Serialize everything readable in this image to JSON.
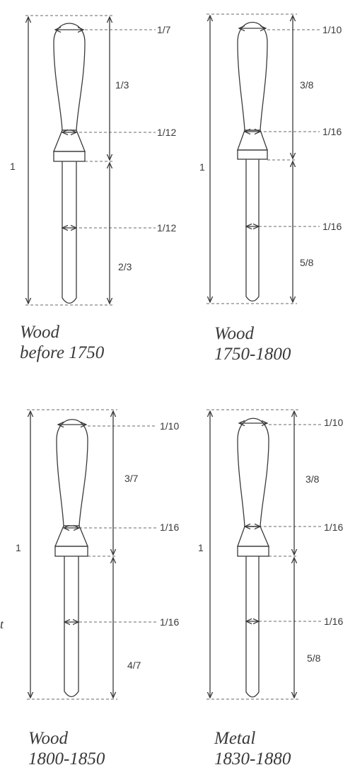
{
  "panels": [
    {
      "id": "p1",
      "total": "1",
      "handle_ratio": "1/3",
      "blade_ratio": "2/3",
      "top_width": "1/7",
      "neck_width": "1/12",
      "blade_width": "1/12",
      "caption_line1": "Wood",
      "caption_line2": "before 1750"
    },
    {
      "id": "p2",
      "total": "1",
      "handle_ratio": "3/8",
      "blade_ratio": "5/8",
      "top_width": "1/10",
      "neck_width": "1/16",
      "blade_width": "1/16",
      "caption_line1": "Wood",
      "caption_line2": "1750-1800"
    },
    {
      "id": "p3",
      "total": "1",
      "handle_ratio": "3/7",
      "blade_ratio": "4/7",
      "top_width": "1/10",
      "neck_width": "1/16",
      "blade_width": "1/16",
      "caption_line1": "Wood",
      "caption_line2": "1800-1850"
    },
    {
      "id": "p4",
      "total": "1",
      "handle_ratio": "3/8",
      "blade_ratio": "5/8",
      "top_width": "1/10",
      "neck_width": "1/16",
      "blade_width": "1/16",
      "caption_line1": "Metal",
      "caption_line2": "1830-1880"
    }
  ],
  "stray_text": "t",
  "colors": {
    "ink": "#3a3a3a",
    "dashed": "#6a6a6a"
  }
}
